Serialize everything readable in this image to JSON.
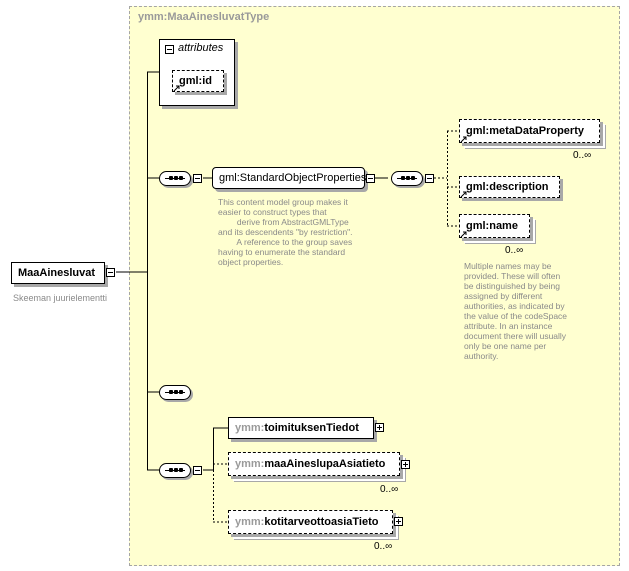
{
  "root": {
    "name": "MaaAinesluvat",
    "annotation": "Skeeman juurielementti"
  },
  "type": {
    "title": "ymm:MaaAinesluvatType"
  },
  "attributes": {
    "title": "attributes",
    "items": [
      {
        "name": "gml:id"
      }
    ]
  },
  "group": {
    "name": "gml:StandardObjectProperties",
    "annotation_lines": [
      "This content model group makes it",
      "easier to construct types that",
      "        derive from AbstractGMLType",
      "and its descendents \"by restriction\".",
      "        A reference to the group saves",
      "having to enumerate the standard",
      "object properties."
    ]
  },
  "group_elements": [
    {
      "name": "gml:metaDataProperty",
      "cardinality": "0..∞"
    },
    {
      "name": "gml:description",
      "cardinality": ""
    },
    {
      "name": "gml:name",
      "cardinality": "0..∞"
    }
  ],
  "name_annotation_lines": [
    "Multiple names may be",
    "provided.  These will often",
    "be distinguished by being",
    "assigned by different",
    "authorities, as indicated by",
    "the value of the codeSpace",
    "attribute.  In an instance",
    "document there will usually",
    "only be one name per",
    "authority."
  ],
  "elements": [
    {
      "prefix": "ymm:",
      "name": "toimituksenTiedot",
      "cardinality": ""
    },
    {
      "prefix": "ymm:",
      "name": "maaAineslupaAsiatieto",
      "cardinality": "0..∞"
    },
    {
      "prefix": "ymm:",
      "name": "kotitarveottoasiaTieto",
      "cardinality": "0..∞"
    }
  ]
}
